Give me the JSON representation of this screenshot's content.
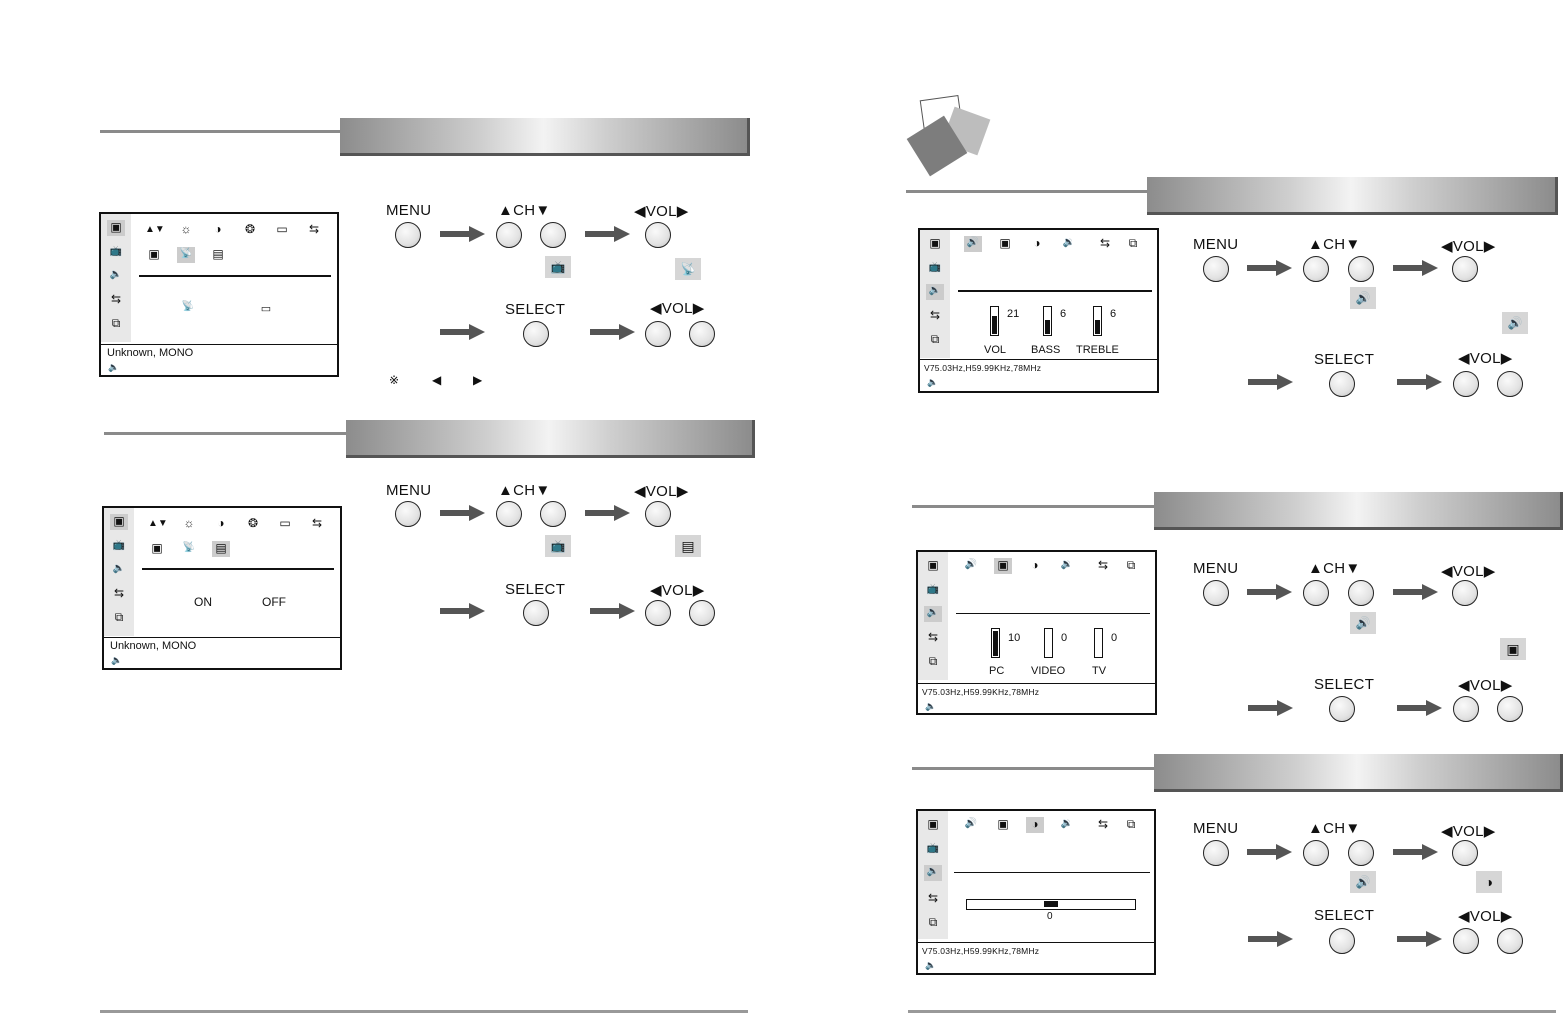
{
  "icons": {
    "updown": "▲▼",
    "brightness": "☼",
    "contrast": "◑",
    "color": "❂",
    "film": "▭",
    "tuning": "⇆",
    "picture": "▣",
    "tv": "📺",
    "sound": "🔈",
    "tuning_side": "⇆",
    "window": "⧉",
    "sound2": "🔊",
    "mute": "🔉",
    "pip": "▣",
    "cc": "▤",
    "antenna": "📡",
    "note": "※"
  },
  "colors": {
    "bar_dark": "#8c8c8c",
    "highlight": "#cccccc"
  },
  "remote": {
    "menu": "MENU",
    "ch": "▲CH▼",
    "vol": "◀VOL▶",
    "select": "SELECT",
    "asterisk": "※",
    "left": "◀",
    "right": "▶"
  },
  "osd1": {
    "status": "Unknown, MONO"
  },
  "osd2": {
    "on": "ON",
    "off": "OFF",
    "status": "Unknown, MONO"
  },
  "osd3": {
    "status": "V75.03Hz,H59.99KHz,78MHz",
    "bars": [
      {
        "label": "VOL",
        "value": 21,
        "level": 0.7
      },
      {
        "label": "BASS",
        "value": 6,
        "level": 0.55
      },
      {
        "label": "TREBLE",
        "value": 6,
        "level": 0.55
      }
    ]
  },
  "osd4": {
    "status": "V75.03Hz,H59.99KHz,78MHz",
    "bars": [
      {
        "label": "PC",
        "value": 10,
        "level": 1.0
      },
      {
        "label": "VIDEO",
        "value": 0,
        "level": 0
      },
      {
        "label": "TV",
        "value": 0,
        "level": 0
      }
    ]
  },
  "osd5": {
    "status": "V75.03Hz,H59.99KHz,78MHz",
    "value": "0",
    "level": 0.5
  }
}
